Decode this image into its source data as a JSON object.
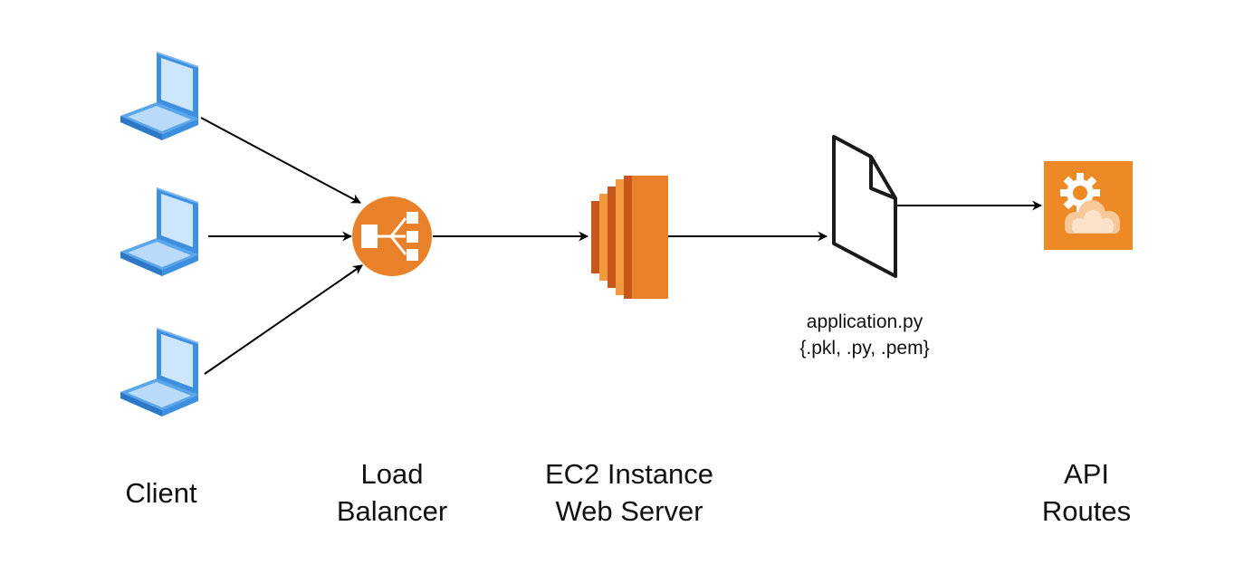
{
  "nodes": {
    "client": {
      "label": "Client",
      "icon": "laptop-icon",
      "count": 3
    },
    "load_balancer": {
      "label_line1": "Load",
      "label_line2": "Balancer",
      "icon": "load-balancer-icon"
    },
    "ec2": {
      "label_line1": "EC2 Instance",
      "label_line2": "Web Server",
      "icon": "ec2-instance-icon"
    },
    "file": {
      "caption_line1": "application.py",
      "caption_line2": "{.pkl, .py, .pem}",
      "icon": "document-icon"
    },
    "api": {
      "label_line1": "API",
      "label_line2": "Routes",
      "icon": "api-gear-cloud-icon"
    }
  },
  "colors": {
    "aws_orange": "#E8812A",
    "ec2_light": "#F29A3D",
    "ec2_dark": "#C8571B",
    "laptop_blue": "#3F8FE0",
    "laptop_light": "#CDE6FB",
    "arrow": "#000000"
  }
}
